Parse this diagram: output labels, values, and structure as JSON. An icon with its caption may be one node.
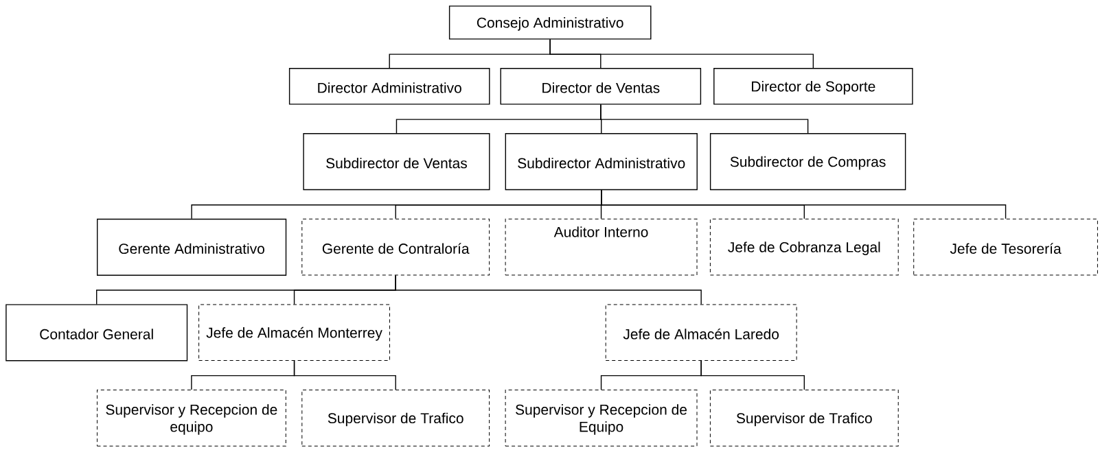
{
  "diagram": {
    "nodes": [
      {
        "text": [
          "Consejo Administrativo"
        ]
      },
      {
        "text": [
          "Director Administrativo"
        ]
      },
      {
        "text": [
          "Director de Ventas"
        ]
      },
      {
        "text": [
          "Director de Soporte"
        ]
      },
      {
        "text": [
          "Subdirector de Ventas"
        ]
      },
      {
        "text": [
          "Subdirector Administrativo"
        ]
      },
      {
        "text": [
          "Subdirector de Compras"
        ]
      },
      {
        "text": [
          "Gerente Administrativo"
        ]
      },
      {
        "text": [
          "Gerente de Contraloría"
        ]
      },
      {
        "text": [
          "Auditor Interno"
        ]
      },
      {
        "text": [
          "Jefe de Cobranza Legal"
        ]
      },
      {
        "text": [
          "Jefe de Tesorería"
        ]
      },
      {
        "text": [
          "Contador General"
        ]
      },
      {
        "text": [
          "Jefe de Almacén Monterrey"
        ]
      },
      {
        "text": [
          "Jefe de Almacén Laredo"
        ]
      },
      {
        "text": [
          "Supervisor y Recepcion de equipo"
        ]
      },
      {
        "text": [
          "Supervisor de Trafico"
        ]
      },
      {
        "text": [
          "Supervisor y Recepcion de Equipo"
        ]
      },
      {
        "text": [
          "Supervisor de Trafico"
        ]
      }
    ],
    "edges": [
      {
        "from": 0,
        "to": 1,
        "arrow": "none"
      },
      {
        "from": 0,
        "to": 2,
        "arrow": "none"
      },
      {
        "from": 0,
        "to": 3,
        "arrow": "none"
      },
      {
        "from": 2,
        "to": 4,
        "arrow": "none"
      },
      {
        "from": 2,
        "to": 5,
        "arrow": "none"
      },
      {
        "from": 2,
        "to": 6,
        "arrow": "none"
      },
      {
        "from": 5,
        "to": 7,
        "arrow": "none"
      },
      {
        "from": 5,
        "to": 8,
        "arrow": "none"
      },
      {
        "from": 5,
        "to": 9,
        "arrow": "none"
      },
      {
        "from": 5,
        "to": 10,
        "arrow": "none"
      },
      {
        "from": 5,
        "to": 11,
        "arrow": "none"
      },
      {
        "from": 8,
        "to": 12,
        "arrow": "none"
      },
      {
        "from": 8,
        "to": 13,
        "arrow": "none"
      },
      {
        "from": 8,
        "to": 14,
        "arrow": "none"
      },
      {
        "from": 13,
        "to": 15,
        "arrow": "none"
      },
      {
        "from": 13,
        "to": 16,
        "arrow": "none"
      },
      {
        "from": 14,
        "to": 17,
        "arrow": "none"
      },
      {
        "from": 14,
        "to": 18,
        "arrow": "none"
      }
    ]
  }
}
